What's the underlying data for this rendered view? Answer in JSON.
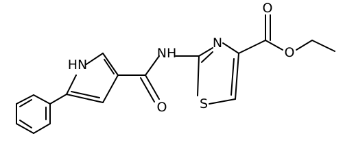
{
  "molecule": {
    "atoms": {
      "pyrrole_nh": "HN",
      "amide_nh": "NH",
      "amide_o": "O",
      "thiazole_n": "N",
      "thiazole_s": "S",
      "ester_o_carbonyl": "O",
      "ester_o_ether": "O"
    }
  },
  "colors": {
    "bond": "#000000",
    "label": "#000000",
    "background": "#ffffff"
  }
}
